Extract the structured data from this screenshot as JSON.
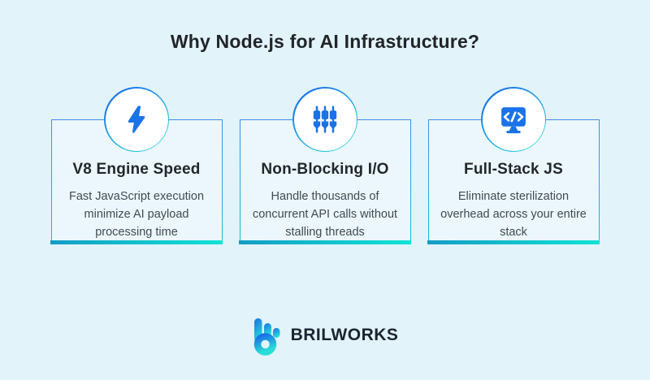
{
  "title": "Why Node.js for AI Infrastructure?",
  "cards": [
    {
      "icon": "bolt-icon",
      "title": "V8 Engine Speed",
      "description": "Fast JavaScript execution minimize AI payload processing time"
    },
    {
      "icon": "sliders-icon",
      "title": "Non-Blocking I/O",
      "description": "Handle thousands of concurrent API calls without stalling threads"
    },
    {
      "icon": "code-monitor-icon",
      "title": "Full-Stack JS",
      "description": "Eliminate sterilization overhead across your entire stack"
    }
  ],
  "brand": {
    "name": "BRILWORKS",
    "logo_icon": "brilworks-b-logo"
  },
  "colors": {
    "background": "#e2f3f9",
    "card_background": "#ebf7fc",
    "accent_blue": "#1a73e8",
    "accent_teal": "#14d0d4",
    "card_border_top": "#3e8ee9",
    "card_border_bottom": "#16bed2",
    "bottom_bar_left": "#149cc5",
    "bottom_bar_right": "#12e3d4",
    "title_color": "#212529",
    "body_color": "#424a52"
  }
}
